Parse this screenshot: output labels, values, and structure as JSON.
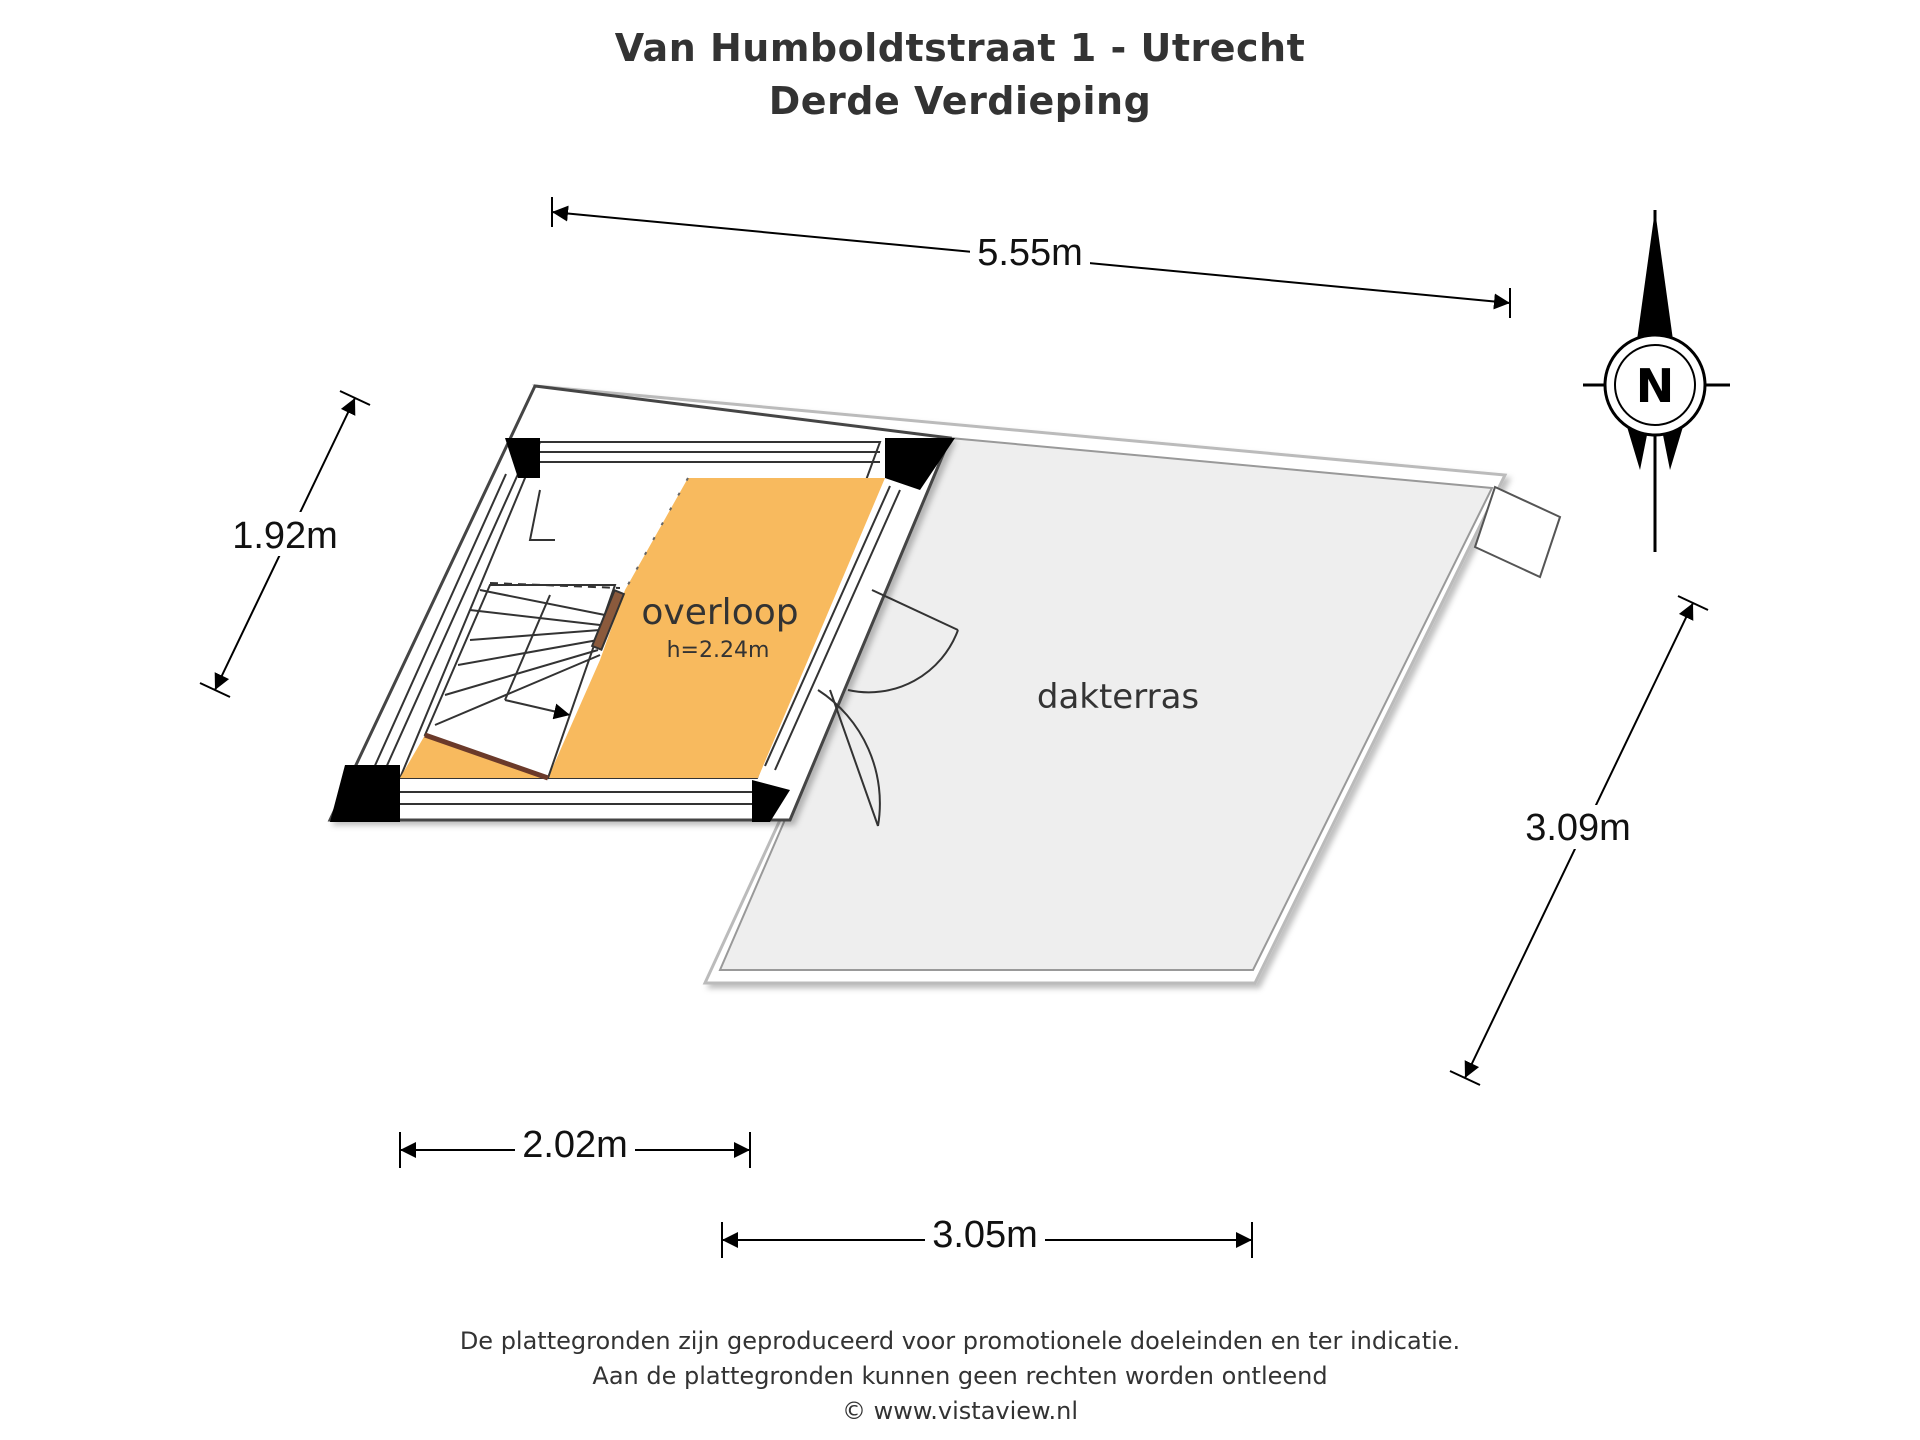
{
  "header": {
    "title": "Van Humboldtstraat 1 - Utrecht",
    "subtitle": "Derde Verdieping"
  },
  "rooms": {
    "overloop": {
      "label": "overloop",
      "height_label": "h=2.24m"
    },
    "dakterras": {
      "label": "dakterras"
    }
  },
  "dimensions": {
    "top_width": "5.55m",
    "left_depth": "1.92m",
    "right_depth": "3.09m",
    "bottom_left_width": "2.02m",
    "bottom_right_width": "3.05m"
  },
  "compass": {
    "label": "N"
  },
  "footer": {
    "line1": "De plattegronden zijn geproduceerd voor promotionele doeleinden en ter indicatie.",
    "line2": "Aan de plattegronden kunnen geen rechten worden ontleend",
    "line3": "© www.vistaview.nl"
  },
  "colors": {
    "overloop_fill": "#F8BA5E",
    "terrace_fill": "#EEEEEE",
    "wall": "#000000",
    "text": "#333333"
  }
}
